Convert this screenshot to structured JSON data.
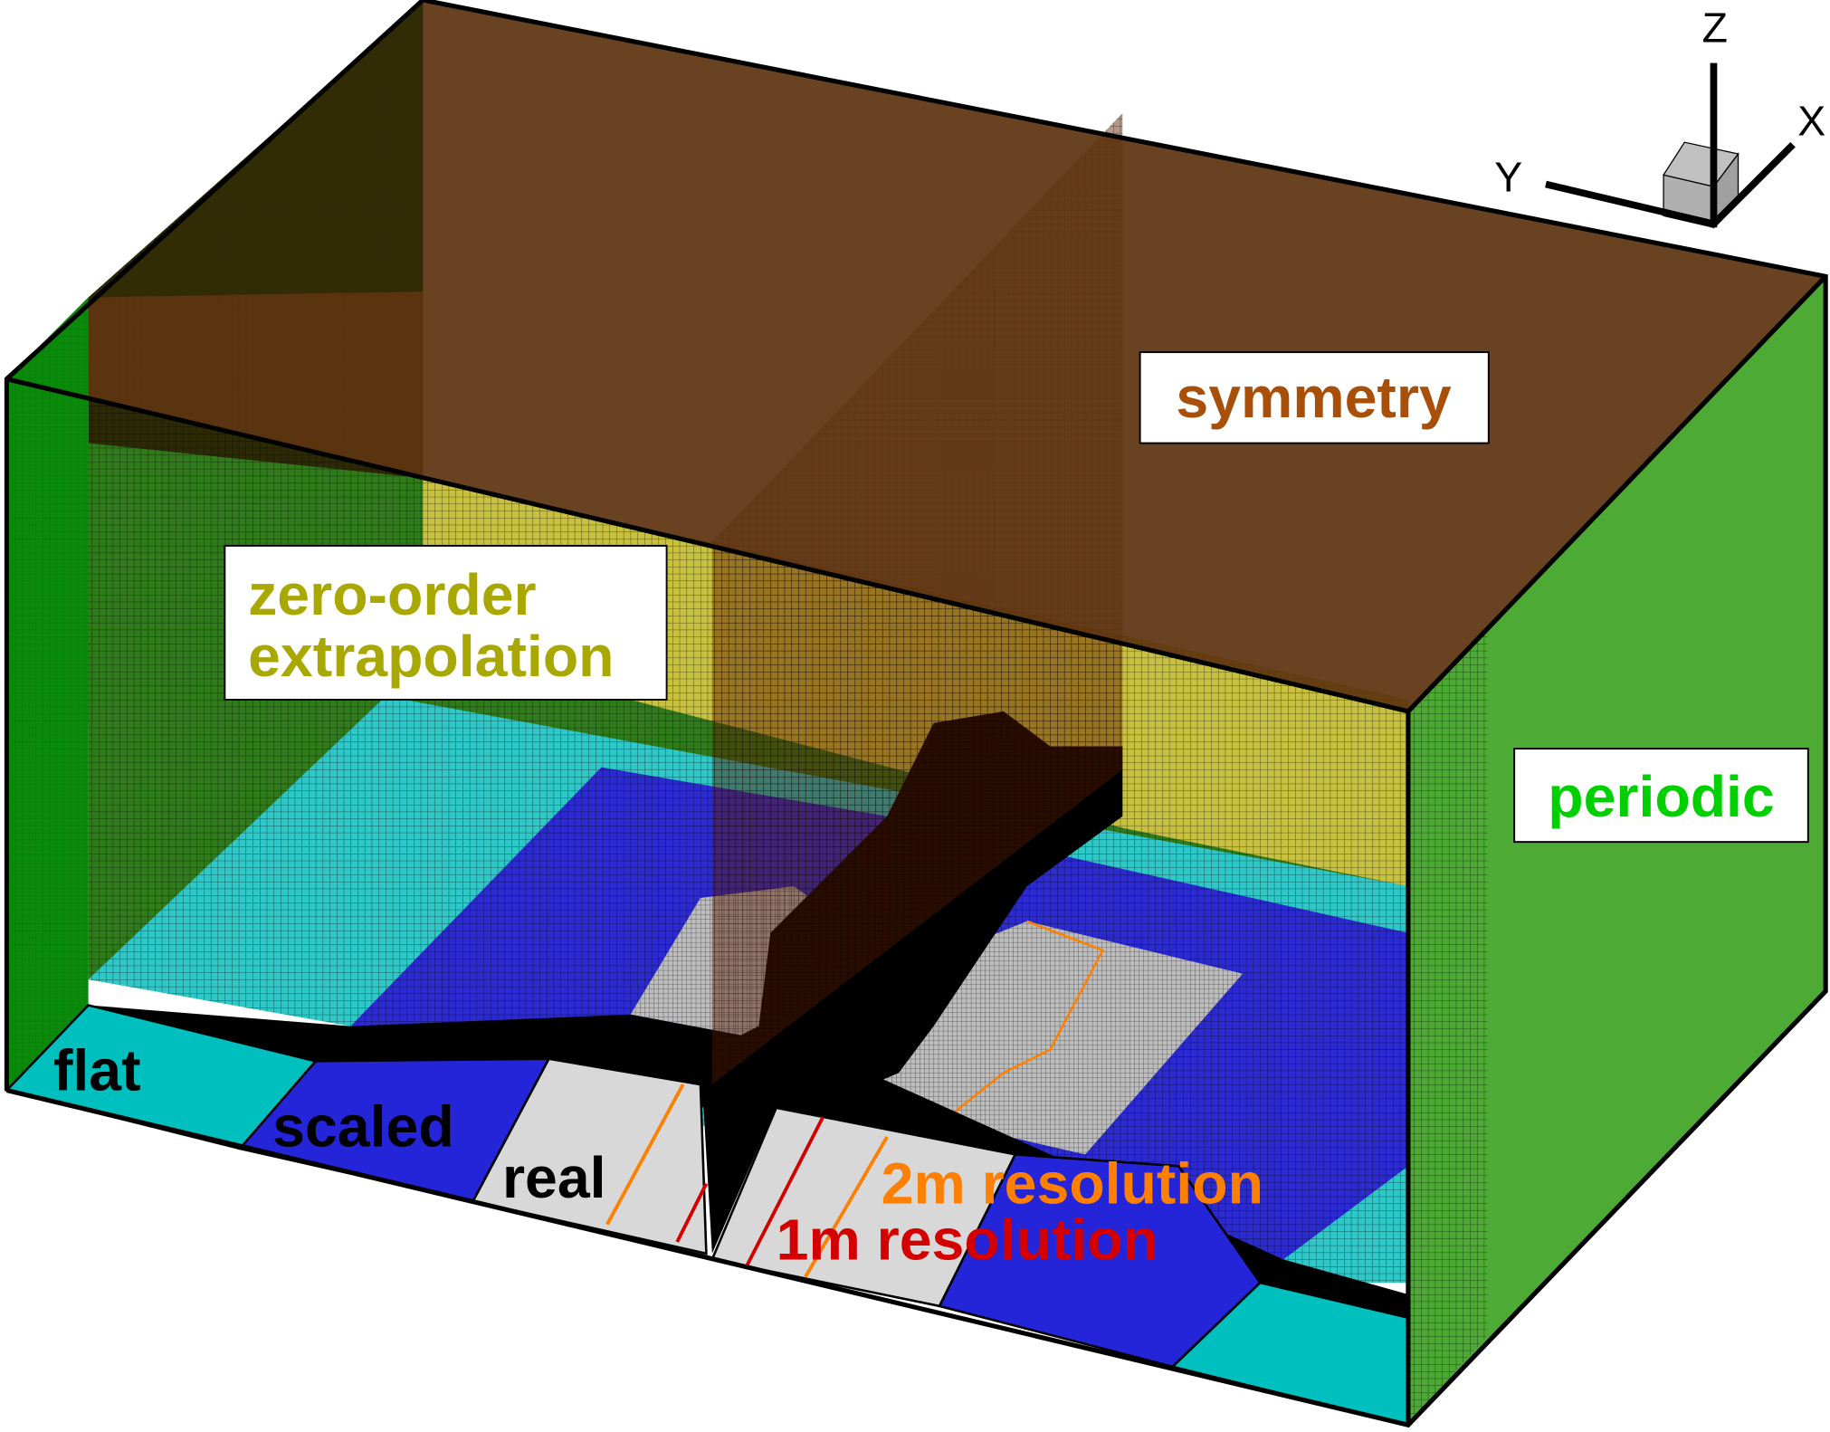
{
  "boundary_labels": {
    "symmetry": "symmetry",
    "zero_order_line1": "zero-order",
    "zero_order_line2": "extrapolation",
    "periodic": "periodic"
  },
  "terrain_labels": {
    "flat": "flat",
    "scaled": "scaled",
    "real": "real",
    "res_2m": "2m resolution",
    "res_1m": "1m resolution"
  },
  "axes": {
    "x": "X",
    "y": "Y",
    "z": "Z"
  },
  "colors": {
    "symmetry": "#a8500a",
    "zero_order": "#a8a800",
    "periodic": "#00d000",
    "res_2m": "#ff7f00",
    "res_1m": "#d40000",
    "top_face": "#5e3410",
    "side_face": "#2e8b10",
    "flat_zone": "#00bfbf",
    "scaled_zone": "#2424d8",
    "real_zone": "#d8d8d8"
  }
}
